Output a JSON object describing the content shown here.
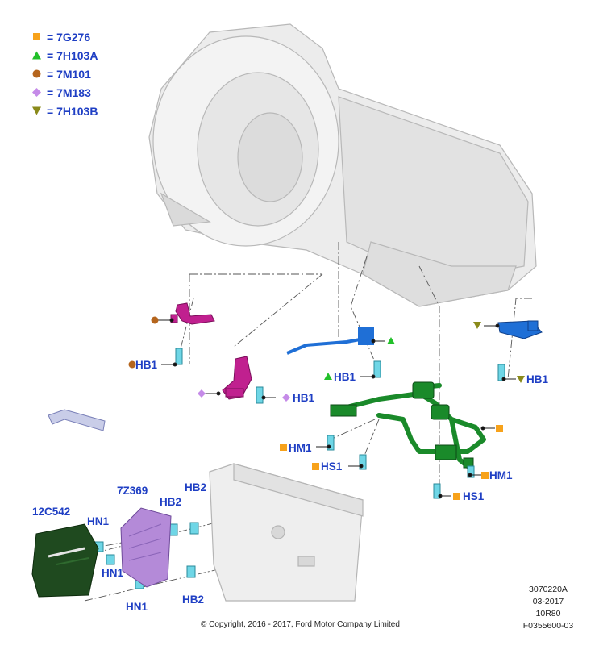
{
  "legend": [
    {
      "shape": "square",
      "color": "#f7a21b",
      "label": "= 7G276"
    },
    {
      "shape": "triangle-up",
      "color": "#22c02a",
      "label": "= 7H103A"
    },
    {
      "shape": "circle",
      "color": "#b5651d",
      "label": "= 7M101"
    },
    {
      "shape": "diamond",
      "color": "#c58be8",
      "label": "= 7M183"
    },
    {
      "shape": "triangle-down",
      "color": "#8a8a1a",
      "label": "= 7H103B"
    }
  ],
  "callouts": {
    "hb1_left": "HB1",
    "hb1_mid": "HB1",
    "hb1_green": "HB1",
    "hb1_right": "HB1",
    "hm1_left": "HM1",
    "hm1_right": "HM1",
    "hs1_left": "HS1",
    "hs1_bottom": "HS1",
    "module_12c542": "12C542",
    "bracket_7z369": "7Z369",
    "hb2_top": "HB2",
    "hb2_upper": "HB2",
    "hb2_lower": "HB2",
    "hn1_top": "HN1",
    "hn1_mid": "HN1",
    "hn1_bottom": "HN1"
  },
  "meta": {
    "code1": "3070220A",
    "date": "03-2017",
    "model": "10R80",
    "figure": "F0355600-03"
  },
  "copyright": "© Copyright, 2016 - 2017, Ford Motor Company Limited",
  "colors": {
    "transmission": "#e9e9e9",
    "harness_magenta": "#c0208f",
    "harness_blue": "#1f6fd6",
    "harness_green": "#1a8a2a",
    "bolt": "#6fd6e6",
    "bracket_purple": "#b48ad8",
    "module_dark_green": "#1f4a1f",
    "text_blue": "#1f3fc4"
  }
}
